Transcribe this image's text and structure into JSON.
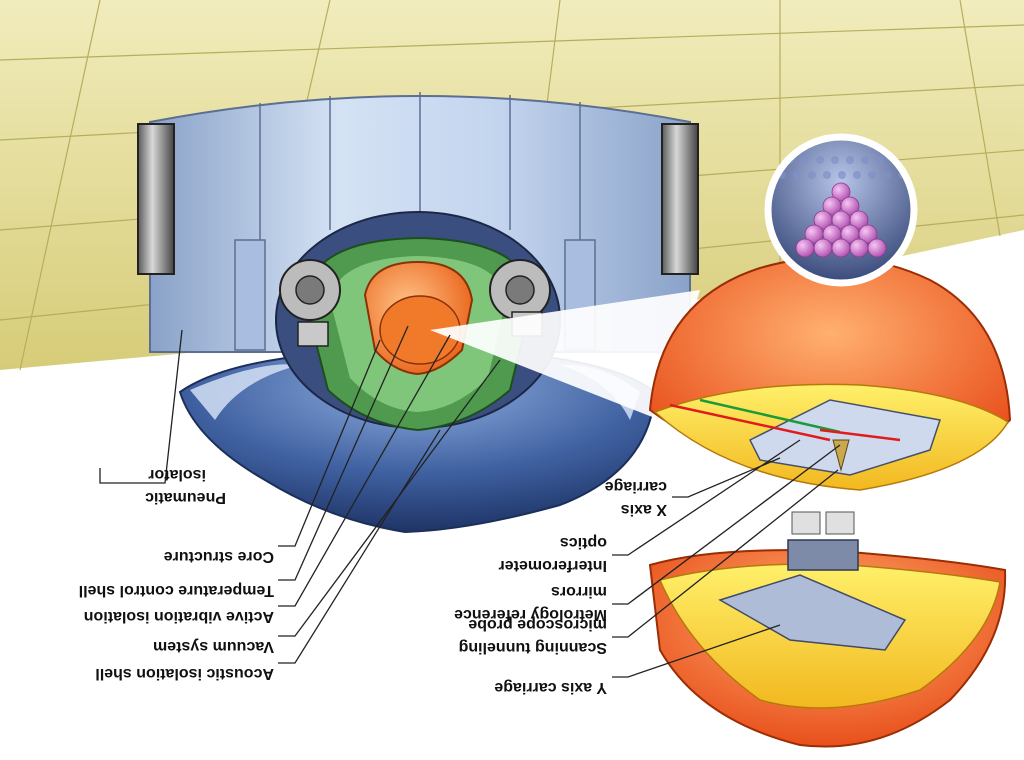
{
  "labels": {
    "pneumatic": "Pneumatic",
    "isolator": "isolator",
    "core_structure": "Core structure",
    "temperature_control_shell": "Temperature control shell",
    "active_vibration_isolation": "Active vibration isolation",
    "vacuum_system": "Vacuum system",
    "acoustic_isolation_shell": "Acoustic isolation shell",
    "x_axis": "X axis",
    "carriage_x": "carriage",
    "interferometer": "Interferometer",
    "optics": "optics",
    "metrology_reference": "Metrology reference",
    "mirrors": "mirrors",
    "scanning_tunneling": "Scanning tunneling",
    "microscope_probe": "microscope probe",
    "y_axis_carriage": "Y axis carriage"
  },
  "colors": {
    "ceiling": "#e3dc98",
    "housing": "#b4c8e6",
    "dome": "#2f4b84",
    "sphere_outer": "#ef6a1e",
    "sphere_inner": "#f7cf2a",
    "green_shell": "#4f9a4e",
    "atoms": "#d98ad7"
  }
}
